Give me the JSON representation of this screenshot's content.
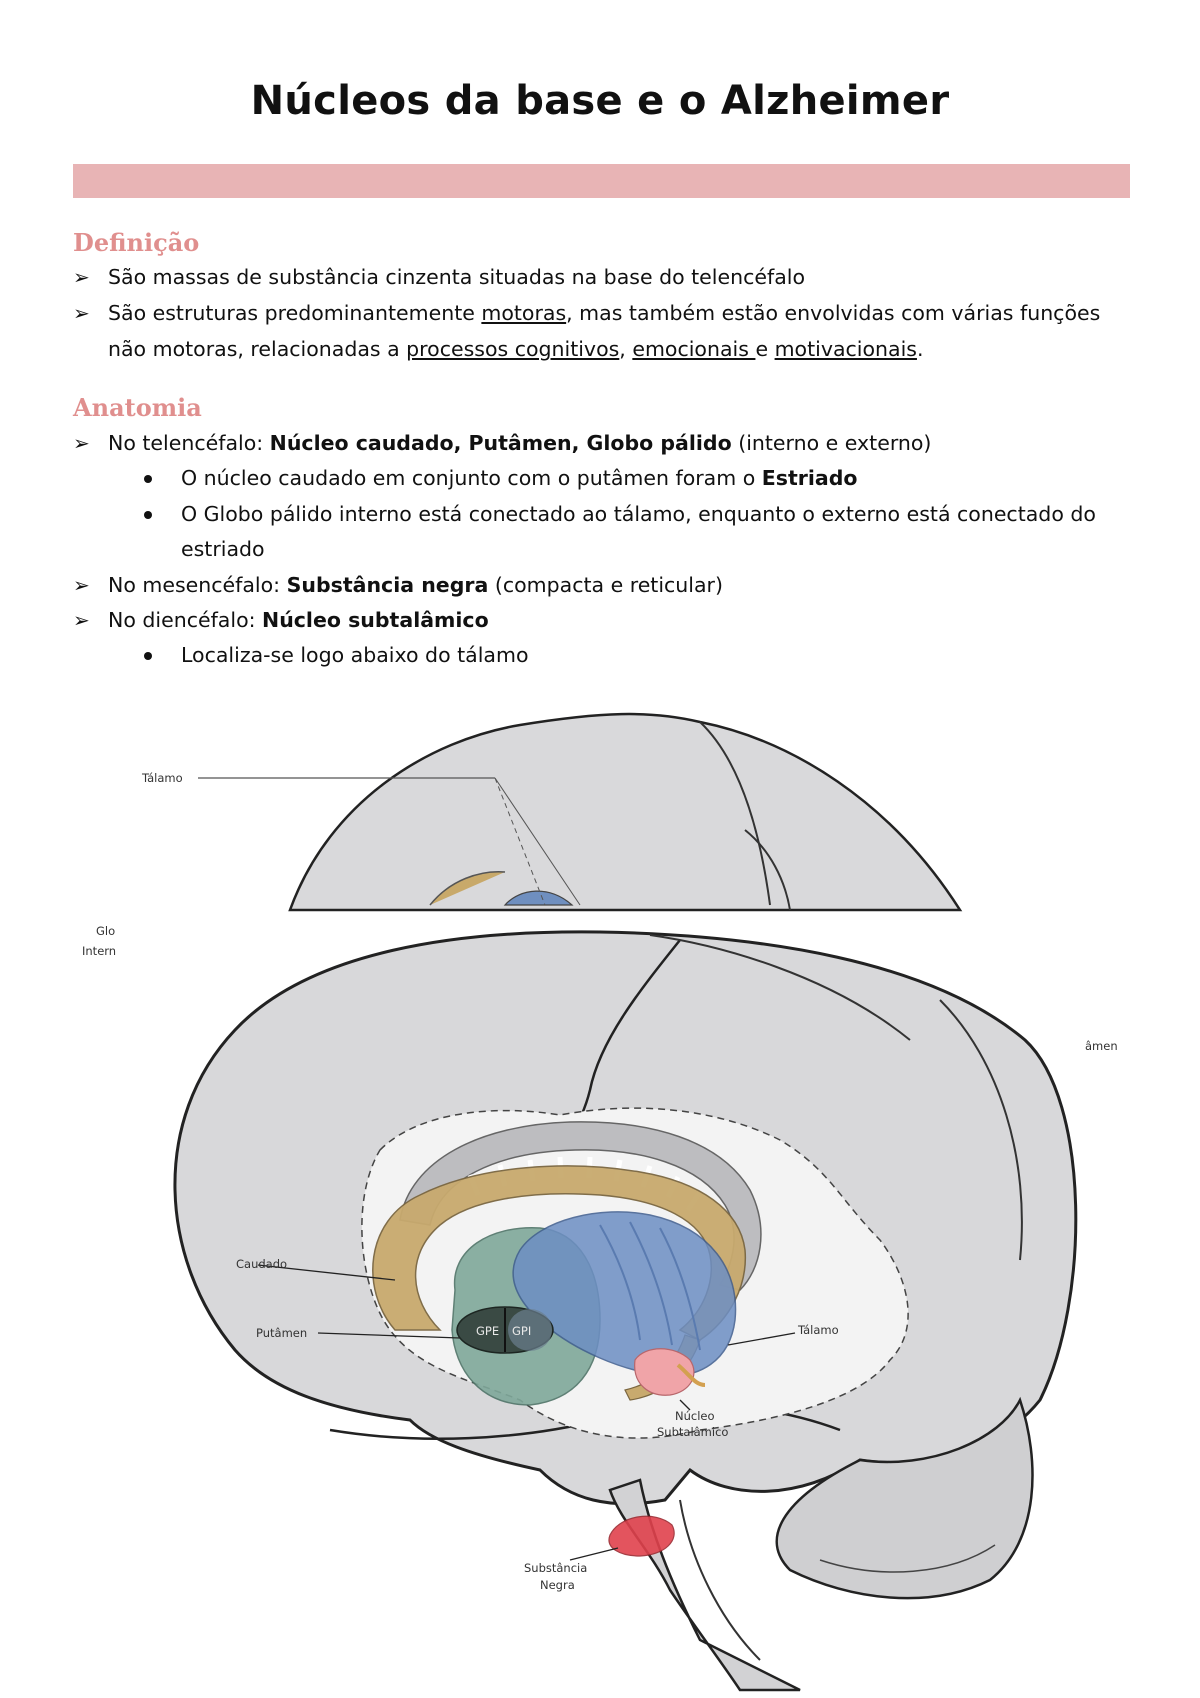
{
  "title": "Núcleos da base e o Alzheimer",
  "colors": {
    "band": "#e8b4b5",
    "heading": "#e08f8e"
  },
  "sections": {
    "definicao": {
      "heading": "Definição",
      "b1": "São massas de substância cinzenta situadas na base do telencéfalo",
      "b2": {
        "t1": "São estruturas predominantemente ",
        "u1": "motoras",
        "t2": ", mas também estão envolvidas com várias funções",
        "t3": "não motoras, relacionadas a ",
        "u2": "processos cognitivos",
        "t4": ", ",
        "u3": "emocionais ",
        "t5": "e ",
        "u4": "motivacionais",
        "t6": "."
      }
    },
    "anatomia": {
      "heading": "Anatomia",
      "b1": {
        "t1": "No telencéfalo: ",
        "bold1": "Núcleo caudado, Putâmen, Globo pálido",
        "t2": " (interno e externo)"
      },
      "b1_sub1": {
        "t1": "O núcleo caudado em conjunto com o putâmen foram o ",
        "bold1": "Estriado"
      },
      "b1_sub2": {
        "t1": "O Globo pálido interno está conectado ao tálamo, enquanto o externo está conectado do",
        "t2": "estriado"
      },
      "b2": {
        "t1": "No mesencéfalo: ",
        "bold1": "Substância negra",
        "t2": " (compacta e reticular)"
      },
      "b3": {
        "t1": "No diencéfalo: ",
        "bold1": "Núcleo subtalâmico"
      },
      "b3_sub1": "Localiza-se logo abaixo do tálamo"
    }
  },
  "figure": {
    "labels": {
      "talamo_top": "Tálamo",
      "glo_crop": "Glo",
      "intern_crop": "Intern",
      "amen_crop": "âmen",
      "caudado": "Caudado",
      "putamen": "Putâmen",
      "gpe": "GPE",
      "gpi": "GPI",
      "talamo": "Tálamo",
      "nucleo": "Núcleo",
      "subtalamico": "Subtalâmico",
      "substancia": "Substância",
      "negra": "Negra"
    }
  }
}
